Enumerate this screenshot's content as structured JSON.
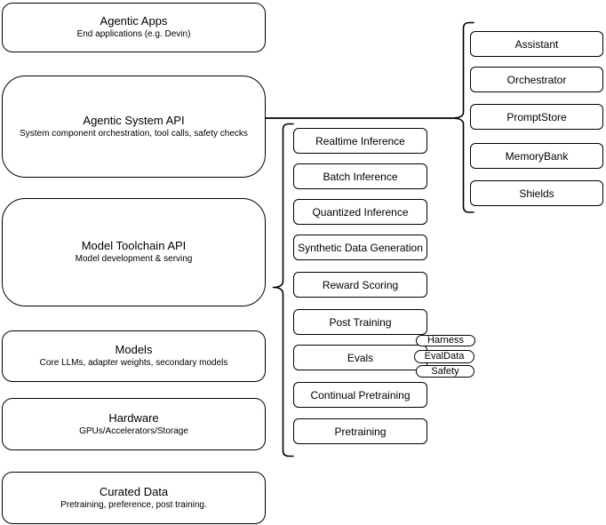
{
  "diagram": {
    "background": "#ffffff",
    "colors": {
      "stroke": "#000000",
      "node_fill": "#ffffff",
      "text": "#000000"
    },
    "left_stack": {
      "boxes": [
        {
          "title": "Agentic Apps",
          "subtitle": "End applications (e.g. Devin)"
        },
        {
          "title": "Agentic System API",
          "subtitle": "System component orchestration, tool calls, safety checks"
        },
        {
          "title": "Model Toolchain API",
          "subtitle": "Model development & serving"
        },
        {
          "title": "Models",
          "subtitle": "Core LLMs, adapter weights, secondary models"
        },
        {
          "title": "Hardware",
          "subtitle": "GPUs/Accelerators/Storage"
        },
        {
          "title": "Curated Data",
          "subtitle": "Pretraining, preference, post training."
        }
      ]
    },
    "toolchain_group": {
      "items": [
        "Realtime Inference",
        "Batch Inference",
        "Quantized Inference",
        "Synthetic Data Generation",
        "Reward Scoring",
        "Post Training",
        "Evals",
        "Continual Pretraining",
        "Pretraining"
      ]
    },
    "evals_tags": [
      "Harness",
      "EvalData",
      "Safety"
    ],
    "system_group": {
      "items": [
        "Assistant",
        "Orchestrator",
        "PromptStore",
        "MemoryBank",
        "Shields"
      ]
    }
  }
}
